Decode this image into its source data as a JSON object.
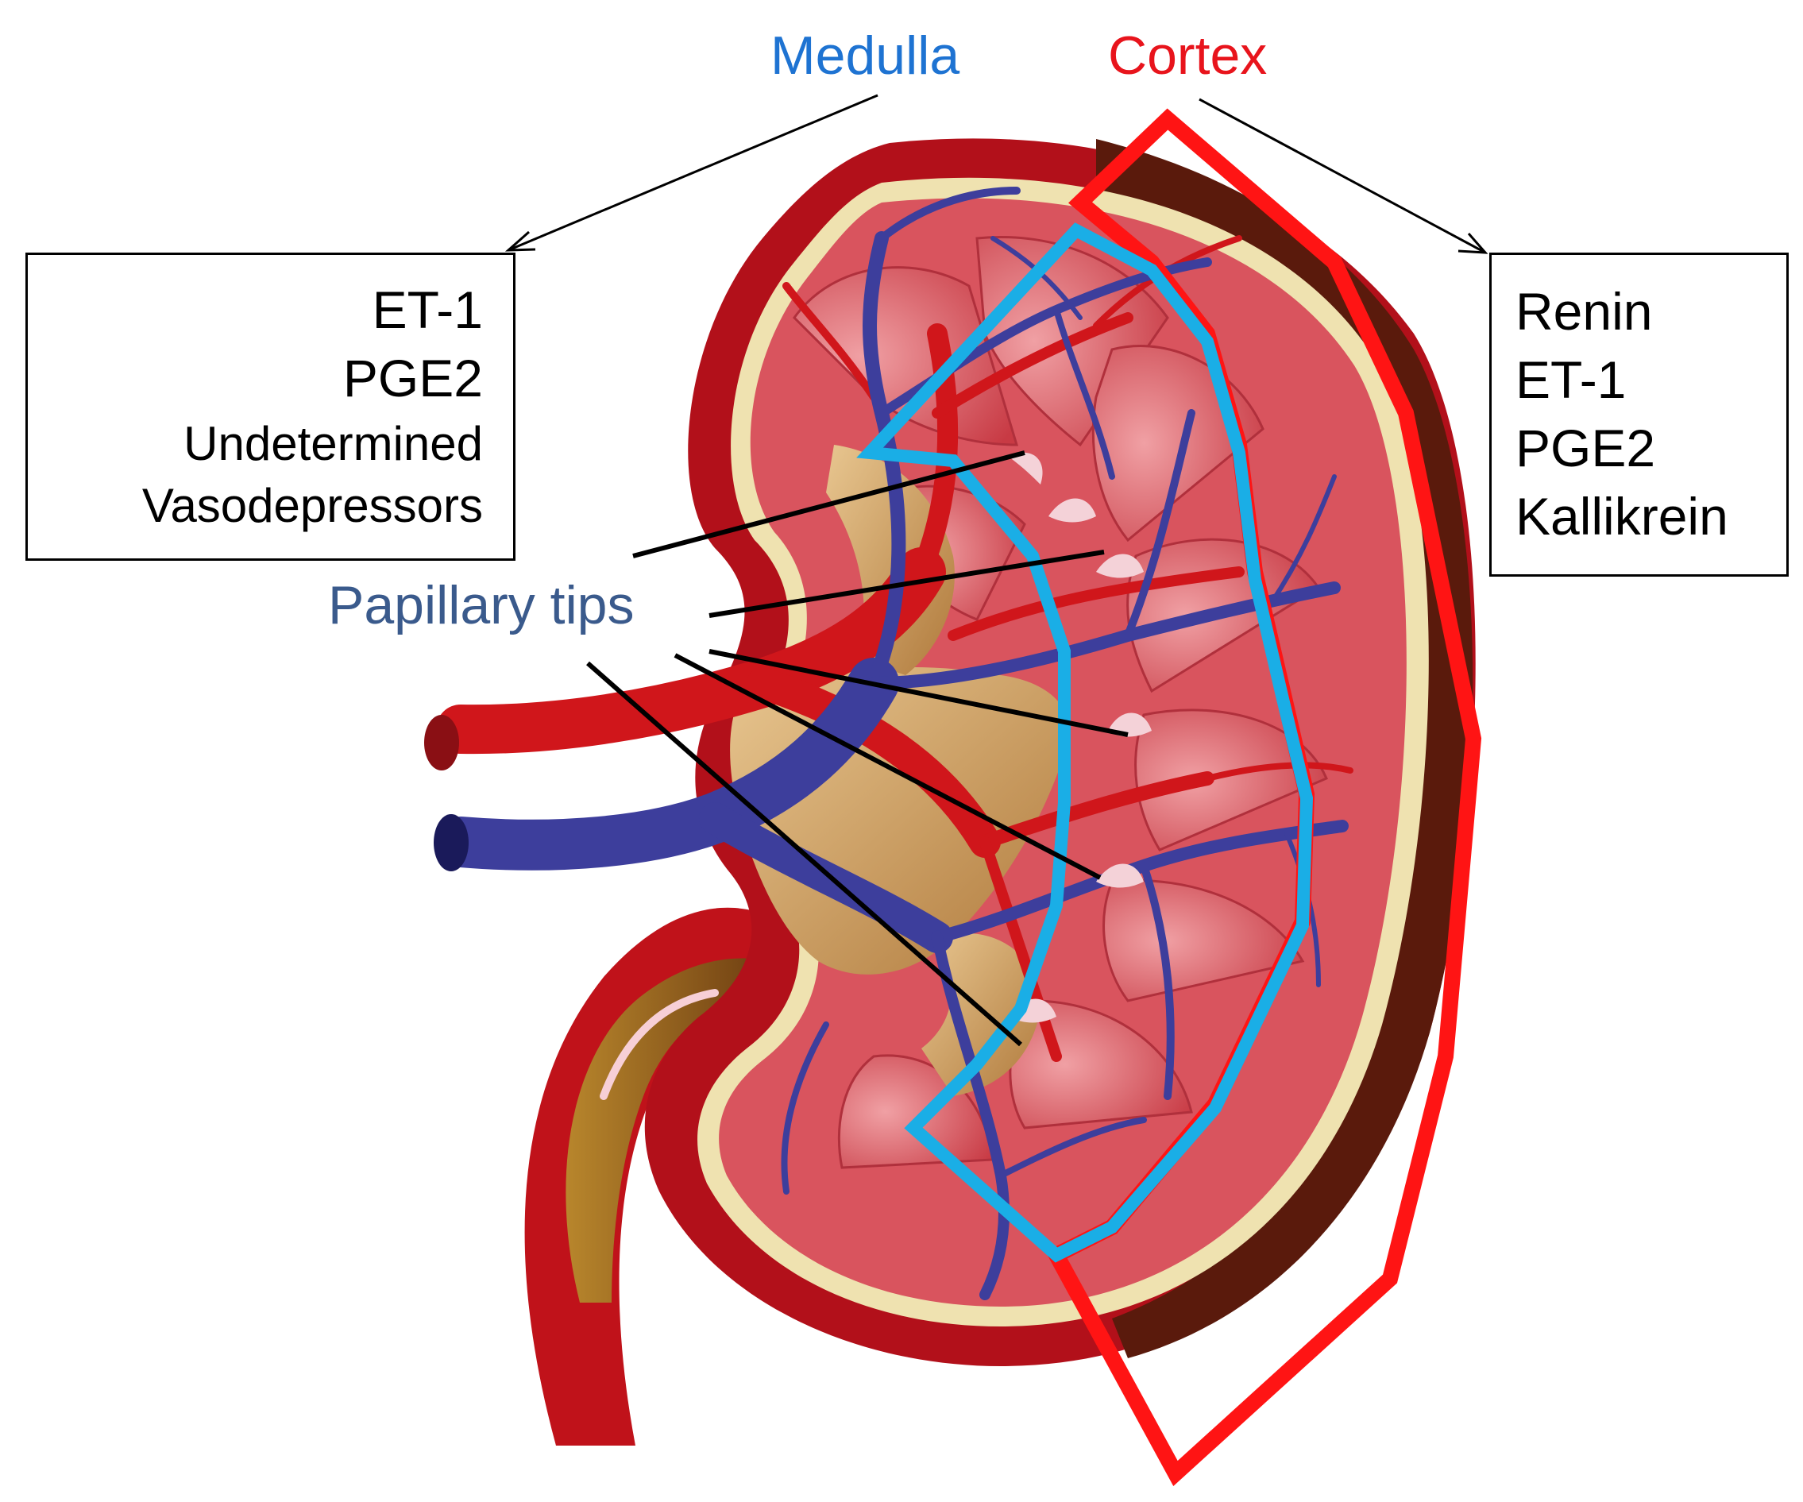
{
  "labels": {
    "medulla": "Medulla",
    "cortex": "Cortex",
    "papillary_tips": "Papillary tips"
  },
  "medulla_box": {
    "items": [
      "ET-1",
      "PGE2",
      "Undetermined",
      "Vasodepressors"
    ]
  },
  "cortex_box": {
    "items": [
      "Renin",
      "ET-1",
      "PGE2",
      "Kallikrein"
    ]
  },
  "colors": {
    "medulla": "#1e73d2",
    "cortex": "#e8141c",
    "papillary_tips": "#3a5a8c",
    "medulla_outline": "#1aaee6",
    "cortex_outline": "#ff1414",
    "artery": "#d0161b",
    "vein": "#3d3e9c",
    "capsule": "#5a1a0c",
    "parenchyma": "#d9545e",
    "pelvis": "#c89a55"
  }
}
